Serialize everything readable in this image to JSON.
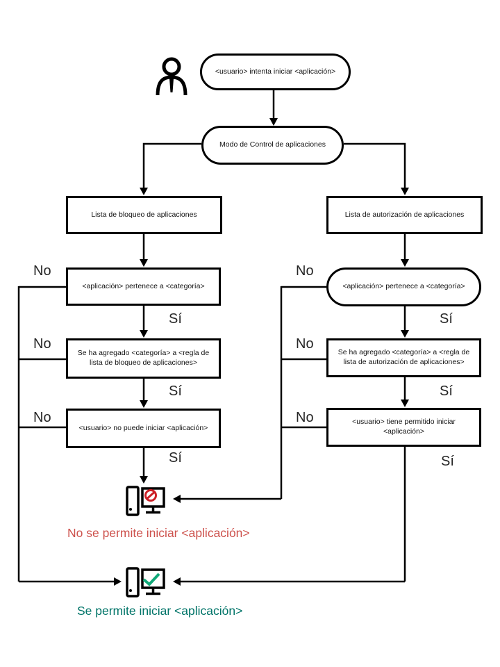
{
  "labels": {
    "no": "No",
    "si": "Sí"
  },
  "nodes": {
    "start": "<usuario> intenta iniciar <aplicación>",
    "mode": "Modo de Control de aplicaciones",
    "denylist": "Lista de bloqueo de aplicaciones",
    "allowlist": "Lista de autorización de aplicaciones",
    "deny_belongs": "<aplicación> pertenece a <categoría>",
    "deny_rule": "Se ha agregado <categoría> a <regla de lista de bloqueo de aplicaciones>",
    "deny_result": "<usuario> no puede iniciar <aplicación>",
    "allow_belongs": "<aplicación> pertenece a <categoría>",
    "allow_rule": "Se ha agregado <categoría> a <regla de lista de autorización de aplicaciones>",
    "allow_result": "<usuario> tiene permitido iniciar <aplicación>"
  },
  "results": {
    "blocked": "No se permite iniciar <aplicación>",
    "allowed": "Se permite iniciar <aplicación>"
  },
  "icons": {
    "person": "person-icon",
    "blocked_computer": "blocked-computer-icon",
    "allowed_computer": "allowed-computer-icon"
  },
  "colors": {
    "line": "#000000",
    "blocked_text": "#cd524d",
    "allowed_text": "#007468",
    "prohibition_red": "#cc1f26",
    "check_green": "#10a878"
  }
}
